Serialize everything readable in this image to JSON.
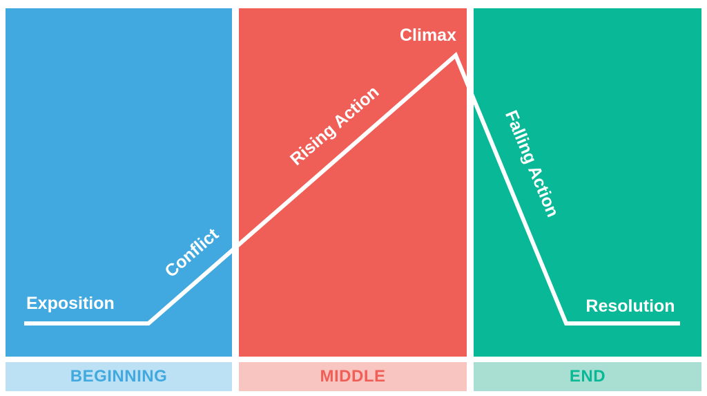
{
  "colors": {
    "beginning": "#42A9E0",
    "middle": "#F05F57",
    "end": "#08B896",
    "beginning_light": "#BDE1F4",
    "middle_light": "#F9C5C1",
    "end_light": "#A9DFD2",
    "line": "#FFFFFF"
  },
  "sections": {
    "beginning": "BEGINNING",
    "middle": "MIDDLE",
    "end": "END"
  },
  "stages": {
    "exposition": "Exposition",
    "conflict": "Conflict",
    "rising_action": "Rising Action",
    "climax": "Climax",
    "falling_action": "Falling Action",
    "resolution": "Resolution"
  }
}
